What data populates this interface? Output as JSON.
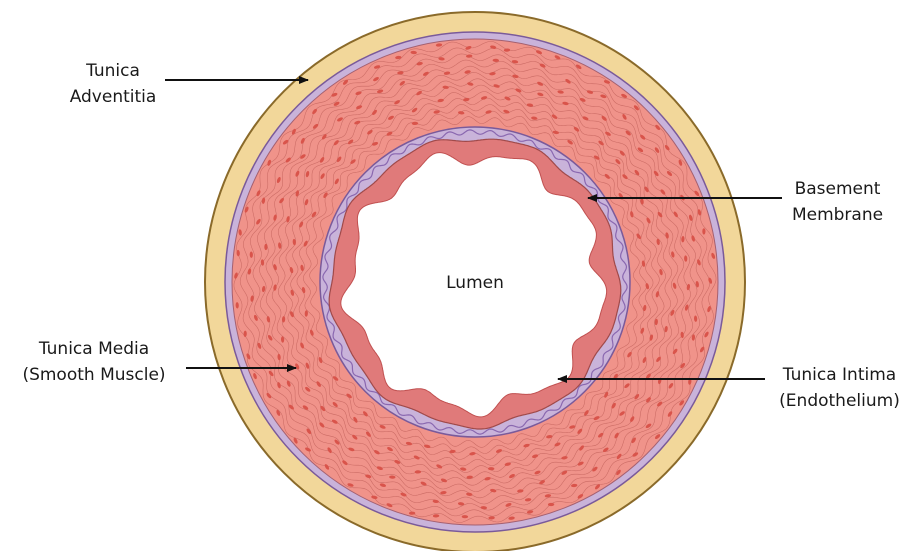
{
  "labels": {
    "adventitia": [
      "Tunica",
      "Adventitia"
    ],
    "basement": [
      "Basement",
      "Membrane"
    ],
    "lumen": "Lumen",
    "media": [
      "Tunica Media",
      "(Smooth Muscle)"
    ],
    "intima": [
      "Tunica Intima",
      "(Endothelium)"
    ]
  },
  "colors": {
    "adventitia_fill": "#f2d79a",
    "adventitia_stroke": "#8a6a2a",
    "basement_fill": "#c9b3da",
    "basement_stroke": "#7a5a9a",
    "media_fill": "#f0938a",
    "muscle_line": "#c0605a",
    "nucleus": "#d9544b",
    "lumen": "#ffffff",
    "arrow": "#111111"
  }
}
